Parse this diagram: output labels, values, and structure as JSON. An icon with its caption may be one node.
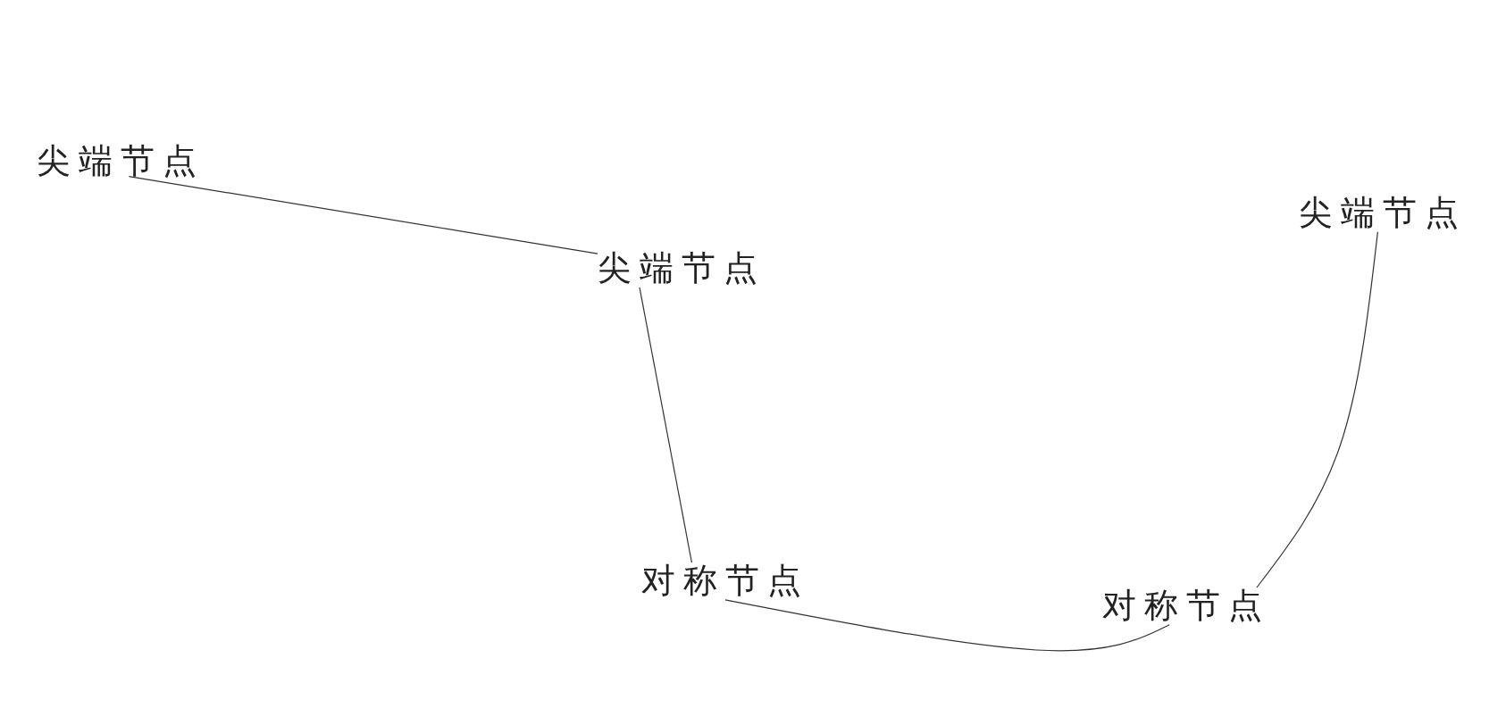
{
  "diagram": {
    "nodes": [
      {
        "text": [
          "尖端节点"
        ]
      },
      {
        "text": [
          "尖端节点"
        ]
      },
      {
        "text": [
          "尖端节点"
        ]
      },
      {
        "text": [
          "对称节点"
        ]
      },
      {
        "text": [
          "对称节点"
        ]
      }
    ],
    "edges": [
      {
        "from": 0,
        "to": 1,
        "arrow": "none"
      },
      {
        "from": 1,
        "to": 3,
        "arrow": "none"
      },
      {
        "from": 3,
        "to": 4,
        "arrow": "none"
      },
      {
        "from": 4,
        "to": 2,
        "arrow": "none"
      }
    ]
  }
}
